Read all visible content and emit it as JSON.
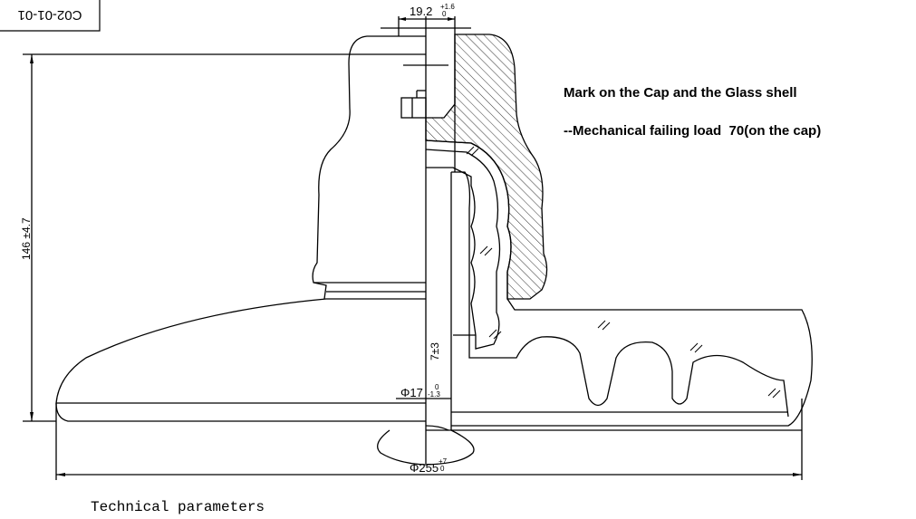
{
  "drawing_number": "C02-01-01",
  "dimensions": {
    "bore_width": "19.2",
    "bore_tol_upper": "+1.6",
    "bore_tol_lower": "0",
    "height": "146 ±4.7",
    "pin_offset": "7±3",
    "pin_diameter": "Φ17",
    "pin_tol_upper": "0",
    "pin_tol_lower": "-1.3",
    "disc_diameter": "Φ255",
    "disc_tol_upper": "+7",
    "disc_tol_lower": "0"
  },
  "notes": {
    "mark": "Mark on the Cap and the Glass shell",
    "load": "--Mechanical failing load  70(on the cap)"
  },
  "section_title": "Technical parameters"
}
